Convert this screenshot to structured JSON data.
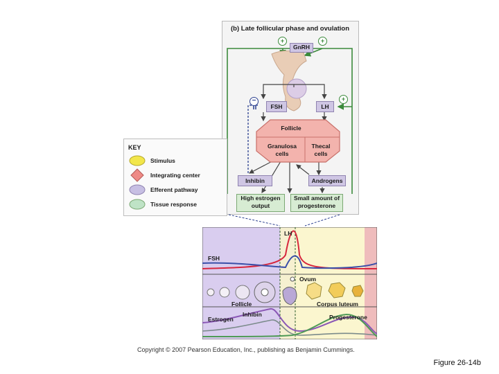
{
  "panel": {
    "title_prefix": "(b)",
    "title": "Late follicular phase and ovulation",
    "gnrh": "GnRH",
    "fsh": "FSH",
    "lh": "LH",
    "follicle": "Follicle",
    "granulosa": "Granulosa cells",
    "thecal": "Thecal cells",
    "inhibin": "Inhibin",
    "androgens": "Androgens",
    "estrogen_output": "High estrogen output",
    "progesterone_output": "Small amount of progesterone",
    "plus_sign": "+",
    "minus_sign": "−"
  },
  "key": {
    "title": "KEY",
    "items": [
      {
        "label": "Stimulus",
        "shape": "ellipse",
        "color": "#f2e64a"
      },
      {
        "label": "Integrating center",
        "shape": "diamond",
        "color": "#ee8a86"
      },
      {
        "label": "Efferent pathway",
        "shape": "ellipse",
        "color": "#c7bfe3"
      },
      {
        "label": "Tissue response",
        "shape": "ellipse",
        "color": "#bfe3c6"
      }
    ]
  },
  "graph": {
    "lh_label": "LH",
    "fsh_label": "FSH",
    "ovum_label": "Ovum",
    "follicle_label": "Follicle",
    "corpus_luteum_label": "Corpus luteum",
    "estrogen_label": "Estrogen",
    "inhibin_label": "Inhibin",
    "progesterone_label": "Progesterone"
  },
  "colors": {
    "follicular_bg": "#d9cdef",
    "luteal_bg": "#fbf6cf",
    "menses_bg": "#efbcbc",
    "integrating_center": "#f3b3ad",
    "lh_line": "#d7263d",
    "fsh_line": "#3a4fa8",
    "estrogen_line": "#8a57b5",
    "inhibin_line": "#7b8b8b",
    "progesterone_line": "#4f9a56"
  },
  "footer": {
    "copyright": "Copyright © 2007 Pearson Education, Inc., publishing as Benjamin Cummings.",
    "figure": "Figure 26-14b"
  }
}
